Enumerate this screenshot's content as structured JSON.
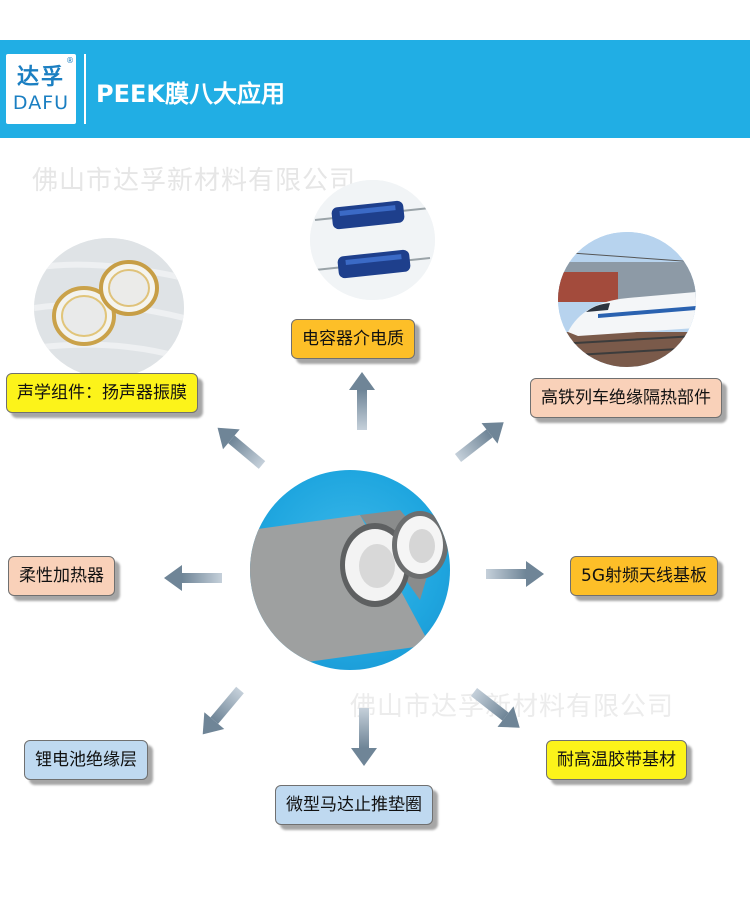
{
  "header": {
    "logo_cn": "达孚",
    "logo_en": "DAFU",
    "logo_reg": "®",
    "title": "PEEK膜八大应用"
  },
  "watermarks": [
    "佛山市达孚新材料有限公司",
    "佛山市达孚新材料有限公司"
  ],
  "labels": {
    "acoustic": "声学组件：扬声器振膜",
    "capacitor": "电容器介电质",
    "train": "高铁列车绝缘隔热部件",
    "heater": "柔性加热器",
    "antenna": "5G射频天线基板",
    "battery": "锂电池绝缘层",
    "motor": "微型马达止推垫圈",
    "tape": "耐高温胶带基材"
  },
  "colors": {
    "header_bg": "#21aee4",
    "label_yellow": "#fcf31a",
    "label_orange": "#fdbf28",
    "label_salmon": "#f9d1b9",
    "label_blue": "#bfd9f0",
    "arrow": "#6f8597"
  }
}
